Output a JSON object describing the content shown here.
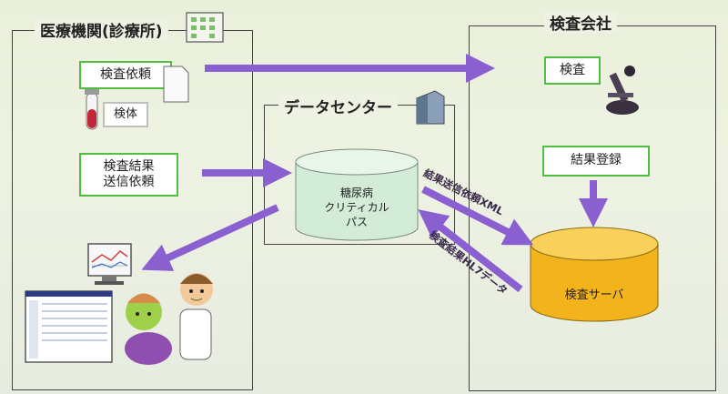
{
  "clinic": {
    "title": "医療機関(診療所)",
    "request_label": "検査依頼",
    "specimen_label": "検体",
    "result_request_line1": "検査結果",
    "result_request_line2": "送信依頼"
  },
  "datacenter": {
    "title": "データセンター",
    "pathway_line1": "糖尿病",
    "pathway_line2": "クリティカル",
    "pathway_line3": "パス"
  },
  "lab": {
    "title": "検査会社",
    "test_label": "検査",
    "result_register_label": "結果登録",
    "server_label": "検査サーバ"
  },
  "arrows": {
    "send_request_xml": "結果送信依頼XML",
    "result_hl7_data": "検査結果HL7データ"
  },
  "colors": {
    "arrow": "#8a5fd0",
    "box_border": "#4fbf3f",
    "datacenter_cylinder": "#d3ecd8",
    "server_cylinder": "#f2b31c"
  }
}
